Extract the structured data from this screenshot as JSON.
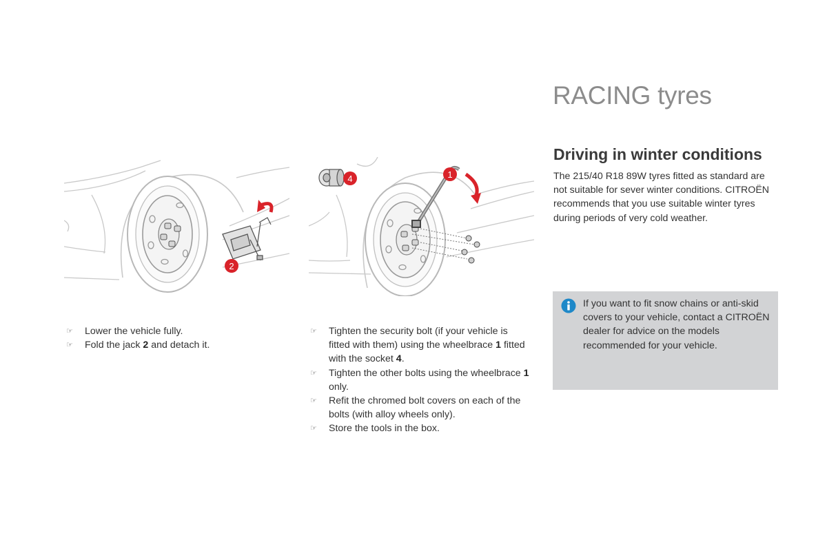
{
  "page": {
    "title": "RACING tyres"
  },
  "section": {
    "heading": "Driving in winter conditions",
    "body": "The 215/40 R18 89W tyres fitted as standard are not suitable for sever winter conditions. CITROËN recommends that you use suitable winter tyres during periods of very cold weather."
  },
  "info_box": {
    "icon": "info-icon",
    "text": "If you want to fit snow chains or anti-skid covers to your vehicle, contact a CITROËN dealer for advice on the models recommended for your vehicle."
  },
  "illustrations": {
    "left": {
      "callout": "2"
    },
    "middle": {
      "callouts": [
        "1",
        "4"
      ]
    }
  },
  "steps_left": [
    {
      "parts": [
        {
          "t": "Lower the vehicle fully."
        }
      ]
    },
    {
      "parts": [
        {
          "t": "Fold the jack "
        },
        {
          "t": "2",
          "b": true
        },
        {
          "t": " and detach it."
        }
      ]
    }
  ],
  "steps_middle": [
    {
      "parts": [
        {
          "t": "Tighten the security bolt (if your vehicle is fitted with them) using the wheelbrace "
        },
        {
          "t": "1",
          "b": true
        },
        {
          "t": " fitted with the socket "
        },
        {
          "t": "4",
          "b": true
        },
        {
          "t": "."
        }
      ]
    },
    {
      "parts": [
        {
          "t": "Tighten the other bolts using the wheelbrace "
        },
        {
          "t": "1",
          "b": true
        },
        {
          "t": " only."
        }
      ]
    },
    {
      "parts": [
        {
          "t": "Refit the chromed bolt covers on each of the bolts (with alloy wheels only)."
        }
      ]
    },
    {
      "parts": [
        {
          "t": "Store the tools in the box."
        }
      ]
    }
  ],
  "colors": {
    "title": "#8c8c8c",
    "callout": "#d9232a",
    "info_box_bg": "#d2d3d5",
    "info_icon": "#1e88c8"
  }
}
